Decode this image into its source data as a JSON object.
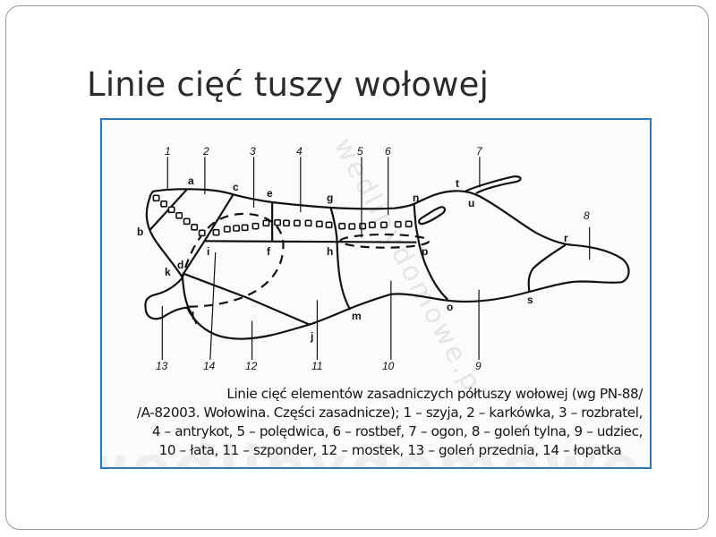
{
  "slide": {
    "title": "Linie cięć tuszy wołowej"
  },
  "figure": {
    "part_numbers": [
      "1",
      "2",
      "3",
      "4",
      "5",
      "6",
      "7",
      "8",
      "9",
      "10",
      "11",
      "12",
      "13",
      "14"
    ],
    "point_letters": [
      "a",
      "b",
      "c",
      "d",
      "e",
      "f",
      "g",
      "h",
      "i",
      "j",
      "k",
      "l",
      "m",
      "n",
      "o",
      "p",
      "r",
      "s",
      "t",
      "u"
    ],
    "caption_lines": [
      "Linie cięć elementów zasadniczych półtuszy wołowej (wg PN-88/",
      "/A-82003. Wołowina. Części zasadnicze); 1 – szyja, 2 – karkówka, 3 – rozbratel,",
      "4 – antrykot, 5 – polędwica, 6 – rostbef, 7 – ogon, 8 – goleń tylna, 9 – udziec,",
      "10 – łata, 11 – szponder, 12 – mostek, 13 – goleń przednia, 14 – łopatka"
    ],
    "watermark": "wedlinydomowe.pl",
    "border_color": "#2a78c0"
  }
}
